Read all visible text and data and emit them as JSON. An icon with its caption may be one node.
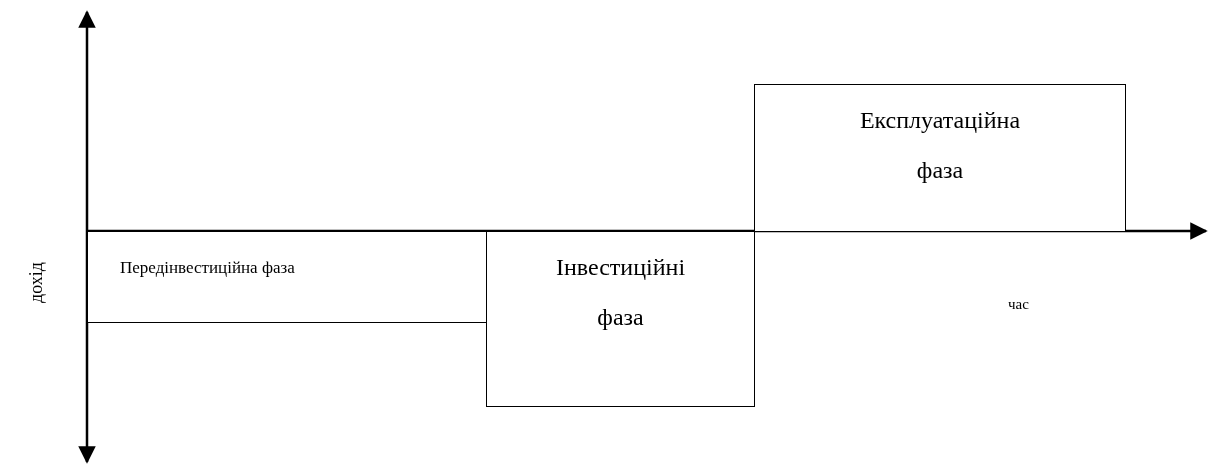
{
  "diagram": {
    "nodes": [
      {
        "text": [
          "Передінвестиційна фаза"
        ]
      },
      {
        "text": [
          "Інвестиційні фаза"
        ]
      },
      {
        "text": [
          "Експлуатаційна фаза"
        ]
      }
    ],
    "labels": [
      "дохід",
      "час"
    ]
  }
}
